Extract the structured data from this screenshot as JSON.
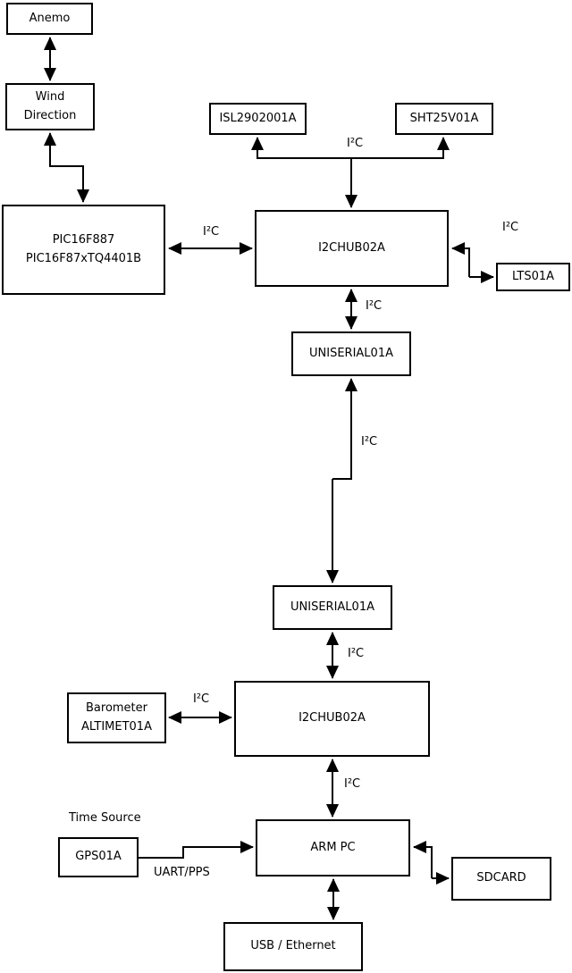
{
  "diagram": {
    "nodes": {
      "anemo": {
        "label": "Anemo"
      },
      "wind": {
        "line1": "Wind",
        "line2": "Direction"
      },
      "pic": {
        "line1": "PIC16F887",
        "line2": "PIC16F87xTQ4401B"
      },
      "isl": {
        "label": "ISL2902001A"
      },
      "sht": {
        "label": "SHT25V01A"
      },
      "i2c_hub_1": {
        "label": "I2CHUB02A"
      },
      "lts": {
        "label": "LTS01A"
      },
      "uniserial_1": {
        "label": "UNISERIAL01A"
      },
      "uniserial_2": {
        "label": "UNISERIAL01A"
      },
      "barometer": {
        "line1": "Barometer",
        "line2": "ALTIMET01A"
      },
      "i2c_hub_2": {
        "label": "I2CHUB02A"
      },
      "arm_pc": {
        "label": "ARM PC"
      },
      "gps": {
        "label": "GPS01A"
      },
      "sdcard": {
        "label": "SDCARD"
      },
      "usb_ethernet": {
        "label": "USB / Ethernet"
      }
    },
    "labels": {
      "i2c": "I²C",
      "uart_pps": "UART/PPS",
      "time_source": "Time Source"
    },
    "colors": {
      "line": "#000000",
      "box_fill": "#ffffff",
      "background": "#ffffff"
    }
  }
}
